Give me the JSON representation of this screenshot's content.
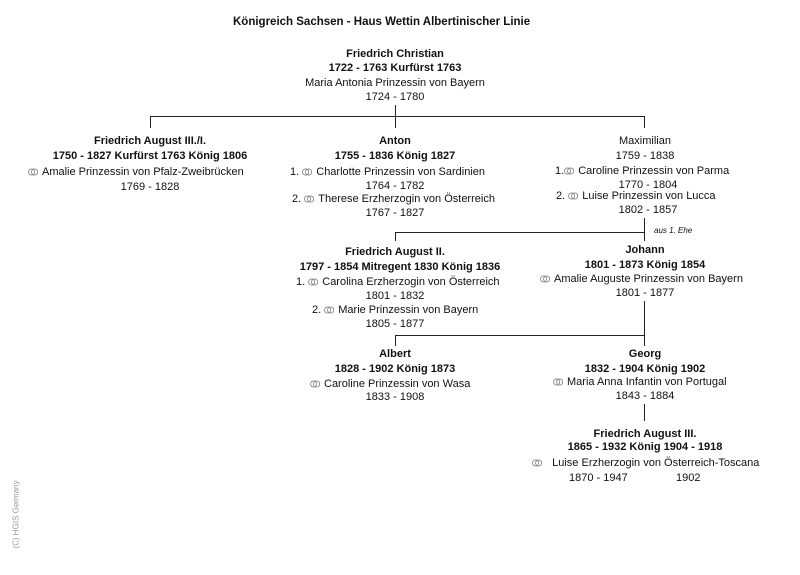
{
  "header": {
    "title": "Königreich Sachsen   -   Haus Wettin Albertinischer Linie"
  },
  "root": {
    "name": "Friedrich Christian",
    "dates_role": "1722 - 1763  Kurfürst 1763",
    "spouse": "Maria Antonia Prinzessin von Bayern",
    "spouse_dates": "1724 - 1780"
  },
  "gen2": {
    "friedrich_august_1": {
      "name": "Friedrich August III./I.",
      "dates_role": "1750 - 1827  Kurfürst 1763  König 1806",
      "spouse": "Amalie Prinzessin von Pfalz-Zweibrücken",
      "spouse_dates": "1769 - 1828"
    },
    "anton": {
      "name": "Anton",
      "dates_role": "1755 - 1836  König 1827",
      "spouse1_num": "1.",
      "spouse1": "Charlotte Prinzessin von Sardinien",
      "spouse1_dates": "1764 - 1782",
      "spouse2_num": "2.",
      "spouse2": "Therese Erzherzogin von Österreich",
      "spouse2_dates": "1767 - 1827"
    },
    "maximilian": {
      "name": "Maximilian",
      "dates": "1759 - 1838",
      "spouse1_num": "1.",
      "spouse1": "Caroline Prinzessin von Parma",
      "spouse1_dates": "1770 - 1804",
      "spouse2_num": "2.",
      "spouse2": "Luise Prinzessin von Lucca",
      "spouse2_dates": "1802 - 1857",
      "note": "aus 1. Ehe"
    }
  },
  "gen3": {
    "friedrich_august_2": {
      "name": "Friedrich August II.",
      "dates_role": "1797 - 1854  Mitregent 1830  König 1836",
      "spouse1_num": "1.",
      "spouse1": "Carolina Erzherzogin von Österreich",
      "spouse1_dates": "1801 - 1832",
      "spouse2_num": "2.",
      "spouse2": "Marie Prinzessin von Bayern",
      "spouse2_dates": "1805 - 1877"
    },
    "johann": {
      "name": "Johann",
      "dates_role": "1801 - 1873  König 1854",
      "spouse": "Amalie Auguste Prinzessin von Bayern",
      "spouse_dates": "1801 - 1877"
    }
  },
  "gen4": {
    "albert": {
      "name": "Albert",
      "dates_role": "1828 - 1902  König 1873",
      "spouse": "Caroline Prinzessin von Wasa",
      "spouse_dates": "1833 - 1908"
    },
    "georg": {
      "name": "Georg",
      "dates_role": "1832 - 1904  König 1902",
      "spouse": "Maria Anna Infantin von Portugal",
      "spouse_dates": "1843 - 1884"
    }
  },
  "gen5": {
    "friedrich_august_3": {
      "name": "Friedrich August III.",
      "dates_role": "1865 - 1932 König 1904 - 1918",
      "spouse": "Luise Erzherzogin von Österreich-Toscana",
      "spouse_dates": "1870 - 1947",
      "divorce_year": "1902"
    }
  },
  "footer": {
    "copyright": "(C)  HGIS Germany"
  }
}
